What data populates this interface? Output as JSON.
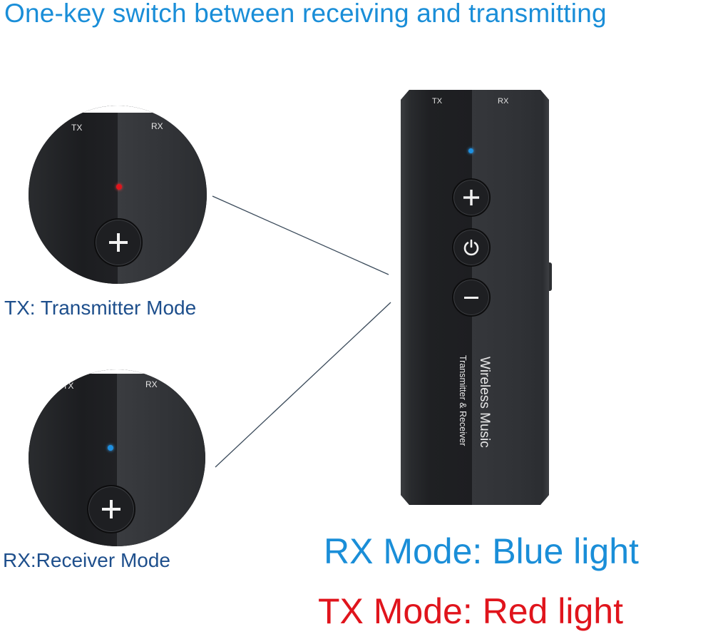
{
  "title": "One-key switch between receiving and transmitting",
  "tx_inset": {
    "label_tx": "TX",
    "label_rx": "RX",
    "led_color": "#e0141c",
    "button": "plus",
    "caption": "TX: Transmitter Mode"
  },
  "rx_inset": {
    "label_tx": "TX",
    "label_rx": "RX",
    "led_color": "#1e90e0",
    "button": "plus",
    "caption": "RX:Receiver Mode"
  },
  "device": {
    "label_tx": "TX",
    "label_rx": "RX",
    "led_color": "#1e90e0",
    "buttons": [
      "plus",
      "power",
      "minus"
    ],
    "brand_line1": "Wireless Music",
    "brand_line2": "Transmitter & Receiver"
  },
  "legend": {
    "rx_mode": "RX Mode: Blue light",
    "rx_color": "#1a8ed8",
    "tx_mode": "TX Mode: Red light",
    "tx_color": "#e0141c"
  },
  "colors": {
    "title": "#1a8ed8",
    "caption": "#1e4f8c"
  }
}
